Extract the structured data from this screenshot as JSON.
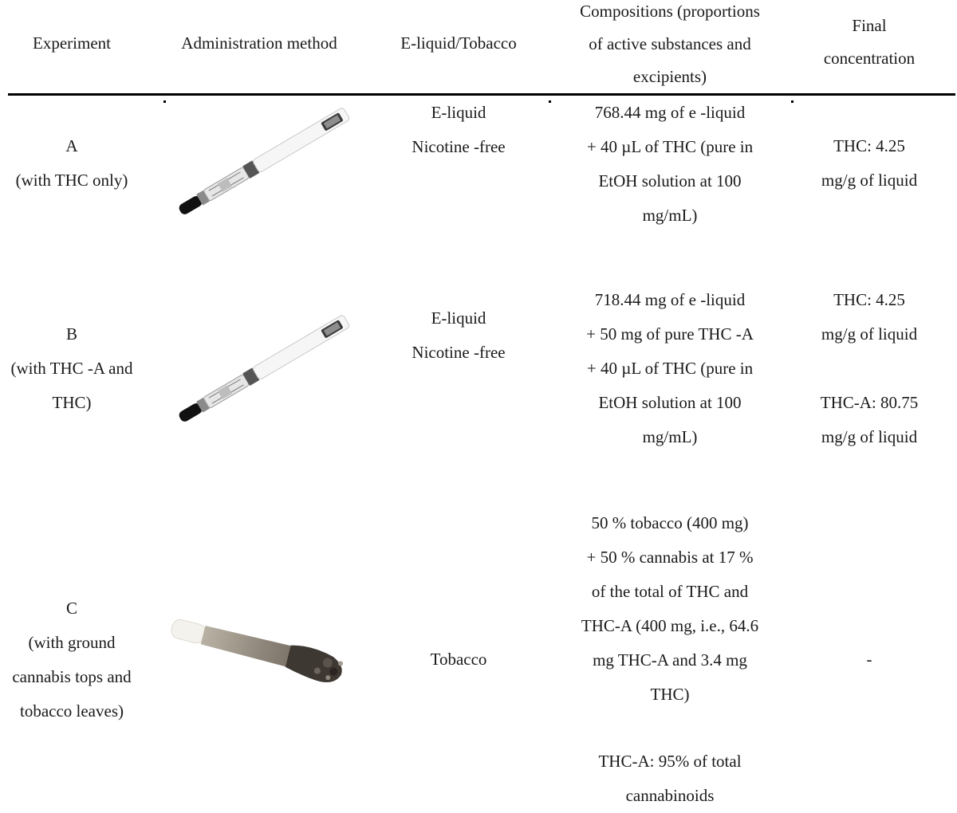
{
  "table": {
    "headers": {
      "experiment": "Experiment",
      "method": "Administration method",
      "liquid": "E-liquid/Tobacco",
      "compositions": [
        "Compositions (proportions",
        "of active substances and",
        "excipients)"
      ],
      "final": [
        "Final",
        "concentration"
      ]
    },
    "rows": [
      {
        "experiment": [
          "A",
          "(with THC only)"
        ],
        "method_icon": "e-cigarette-pen-image",
        "liquid": [
          "E-liquid",
          "Nicotine -free"
        ],
        "composition": [
          "768.44 mg of e -liquid",
          "+ 40 µL of THC (pure in",
          "EtOH solution at 100",
          "mg/mL)"
        ],
        "final": [
          "THC: 4.25",
          "mg/g of liquid"
        ]
      },
      {
        "experiment": [
          "B",
          "(with THC -A and",
          "THC)"
        ],
        "method_icon": "e-cigarette-pen-image",
        "liquid": [
          "E-liquid",
          "Nicotine -free"
        ],
        "composition": [
          "718.44 mg of e -liquid",
          "+ 50 mg of pure THC -A",
          "+ 40 µL of THC (pure in",
          "EtOH solution at 100",
          "mg/mL)"
        ],
        "final": [
          "THC: 4.25",
          "mg/g of liquid",
          "THC-A: 80.75",
          "mg/g of liquid"
        ]
      },
      {
        "experiment": [
          "C",
          "(with ground",
          "cannabis tops and",
          "tobacco leaves)"
        ],
        "method_icon": "joint-cigarette-image",
        "liquid": [
          "Tobacco"
        ],
        "composition": [
          "50 % tobacco (400 mg)",
          "+ 50 % cannabis at 17 %",
          "of the total of THC and",
          "THC-A (400 mg, i.e., 64.6",
          "mg THC-A and 3.4 mg",
          "THC)",
          "THC-A: 95% of total",
          "cannabinoids"
        ],
        "final": [
          "-"
        ]
      }
    ]
  }
}
